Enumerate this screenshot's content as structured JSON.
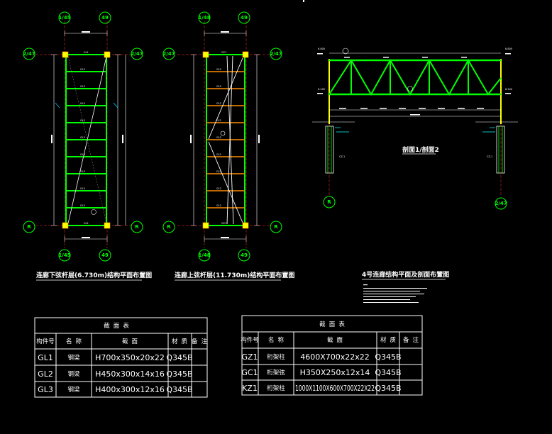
{
  "colors": {
    "background": "#000000",
    "green": "#00ff00",
    "yellow": "#ffff00",
    "white": "#ffffff",
    "orange": "#ff8c00",
    "cyan": "#00ffff"
  },
  "plan1": {
    "caption": "连廊下弦杆层(6.730m)结构平面布置图",
    "axis_top_left": "1/45",
    "axis_top_right": "49",
    "axis_side_top": "2/47",
    "axis_side_bottom": "R",
    "axis_bottom_left": "1/45",
    "axis_bottom_right": "49"
  },
  "plan2": {
    "caption": "连廊上弦杆层(11.730m)结构平面布置图",
    "axis_top_left": "1/48",
    "axis_top_right": "49",
    "axis_side_top": "2/47",
    "axis_side_bottom": "R",
    "axis_bottom_left": "1/48",
    "axis_bottom_right": "49"
  },
  "section": {
    "title": "剖面1/剖面2",
    "caption": "4号连廊结构平面及剖面布置图",
    "axis_left": "R",
    "axis_right": "2/47"
  },
  "table1": {
    "title": "截 面 表",
    "headers": [
      "构件号",
      "名 称",
      "截 面",
      "材 质",
      "备 注"
    ],
    "rows": [
      [
        "GL1",
        "钢梁",
        "H700x350x20x22",
        "Q345B",
        ""
      ],
      [
        "GL2",
        "钢梁",
        "H450x300x14x16",
        "Q345B",
        ""
      ],
      [
        "GL3",
        "钢梁",
        "H400x300x12x16",
        "Q345B",
        ""
      ]
    ]
  },
  "table2": {
    "title": "截 面 表",
    "headers": [
      "构件号",
      "名 称",
      "截 面",
      "材 质",
      "备 注"
    ],
    "rows": [
      [
        "GZ1",
        "桁架柱",
        "4600X700x22x22",
        "Q345B",
        ""
      ],
      [
        "GC1",
        "桁架弦",
        "H350X250x12x14",
        "Q345B",
        ""
      ],
      [
        "KZ1",
        "桁架柱",
        "1000X1100X600X700X22X22",
        "Q345B",
        ""
      ]
    ]
  }
}
